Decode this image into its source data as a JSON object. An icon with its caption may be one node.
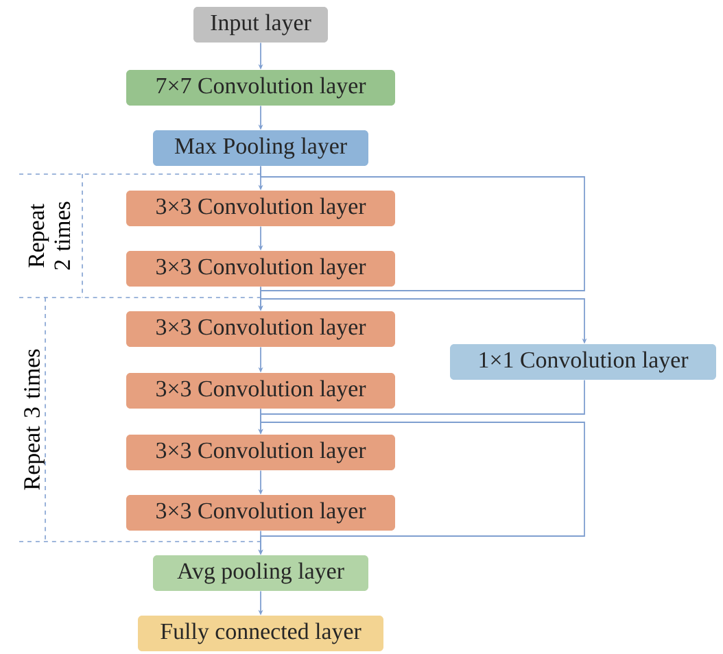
{
  "diagram": {
    "nodes": [
      {
        "text": [
          "Input layer"
        ]
      },
      {
        "text": [
          "7×7 Convolution layer"
        ]
      },
      {
        "text": [
          "Max Pooling layer"
        ]
      },
      {
        "text": [
          "3×3 Convolution layer"
        ]
      },
      {
        "text": [
          "3×3 Convolution layer"
        ]
      },
      {
        "text": [
          "3×3 Convolution layer"
        ]
      },
      {
        "text": [
          "3×3 Convolution layer"
        ]
      },
      {
        "text": [
          "3×3 Convolution layer"
        ]
      },
      {
        "text": [
          "3×3 Convolution layer"
        ]
      },
      {
        "text": [
          "1×1 Convolution layer"
        ]
      },
      {
        "text": [
          "Avg pooling layer"
        ]
      },
      {
        "text": [
          "Fully connected layer"
        ]
      }
    ],
    "edges": [
      {
        "from": 0,
        "to": 1,
        "arrow": "to"
      },
      {
        "from": 1,
        "to": 2,
        "arrow": "to"
      },
      {
        "from": 2,
        "to": 3,
        "arrow": "to"
      },
      {
        "from": 3,
        "to": 4,
        "arrow": "to"
      },
      {
        "from": 4,
        "to": 5,
        "arrow": "to"
      },
      {
        "from": 5,
        "to": 6,
        "arrow": "to"
      },
      {
        "from": 6,
        "to": 7,
        "arrow": "to"
      },
      {
        "from": 7,
        "to": 8,
        "arrow": "to"
      },
      {
        "from": 8,
        "to": 10,
        "arrow": "to"
      },
      {
        "from": 10,
        "to": 11,
        "arrow": "to"
      },
      {
        "from": 2,
        "to": 5,
        "arrow": "to"
      },
      {
        "from": 4,
        "to": 9,
        "arrow": "to"
      },
      {
        "from": 9,
        "to": 7,
        "arrow": "to"
      },
      {
        "from": 6,
        "to": 10,
        "arrow": "to"
      }
    ],
    "labels": [
      "Repeat 2 times",
      "Repeat 3 times"
    ]
  }
}
